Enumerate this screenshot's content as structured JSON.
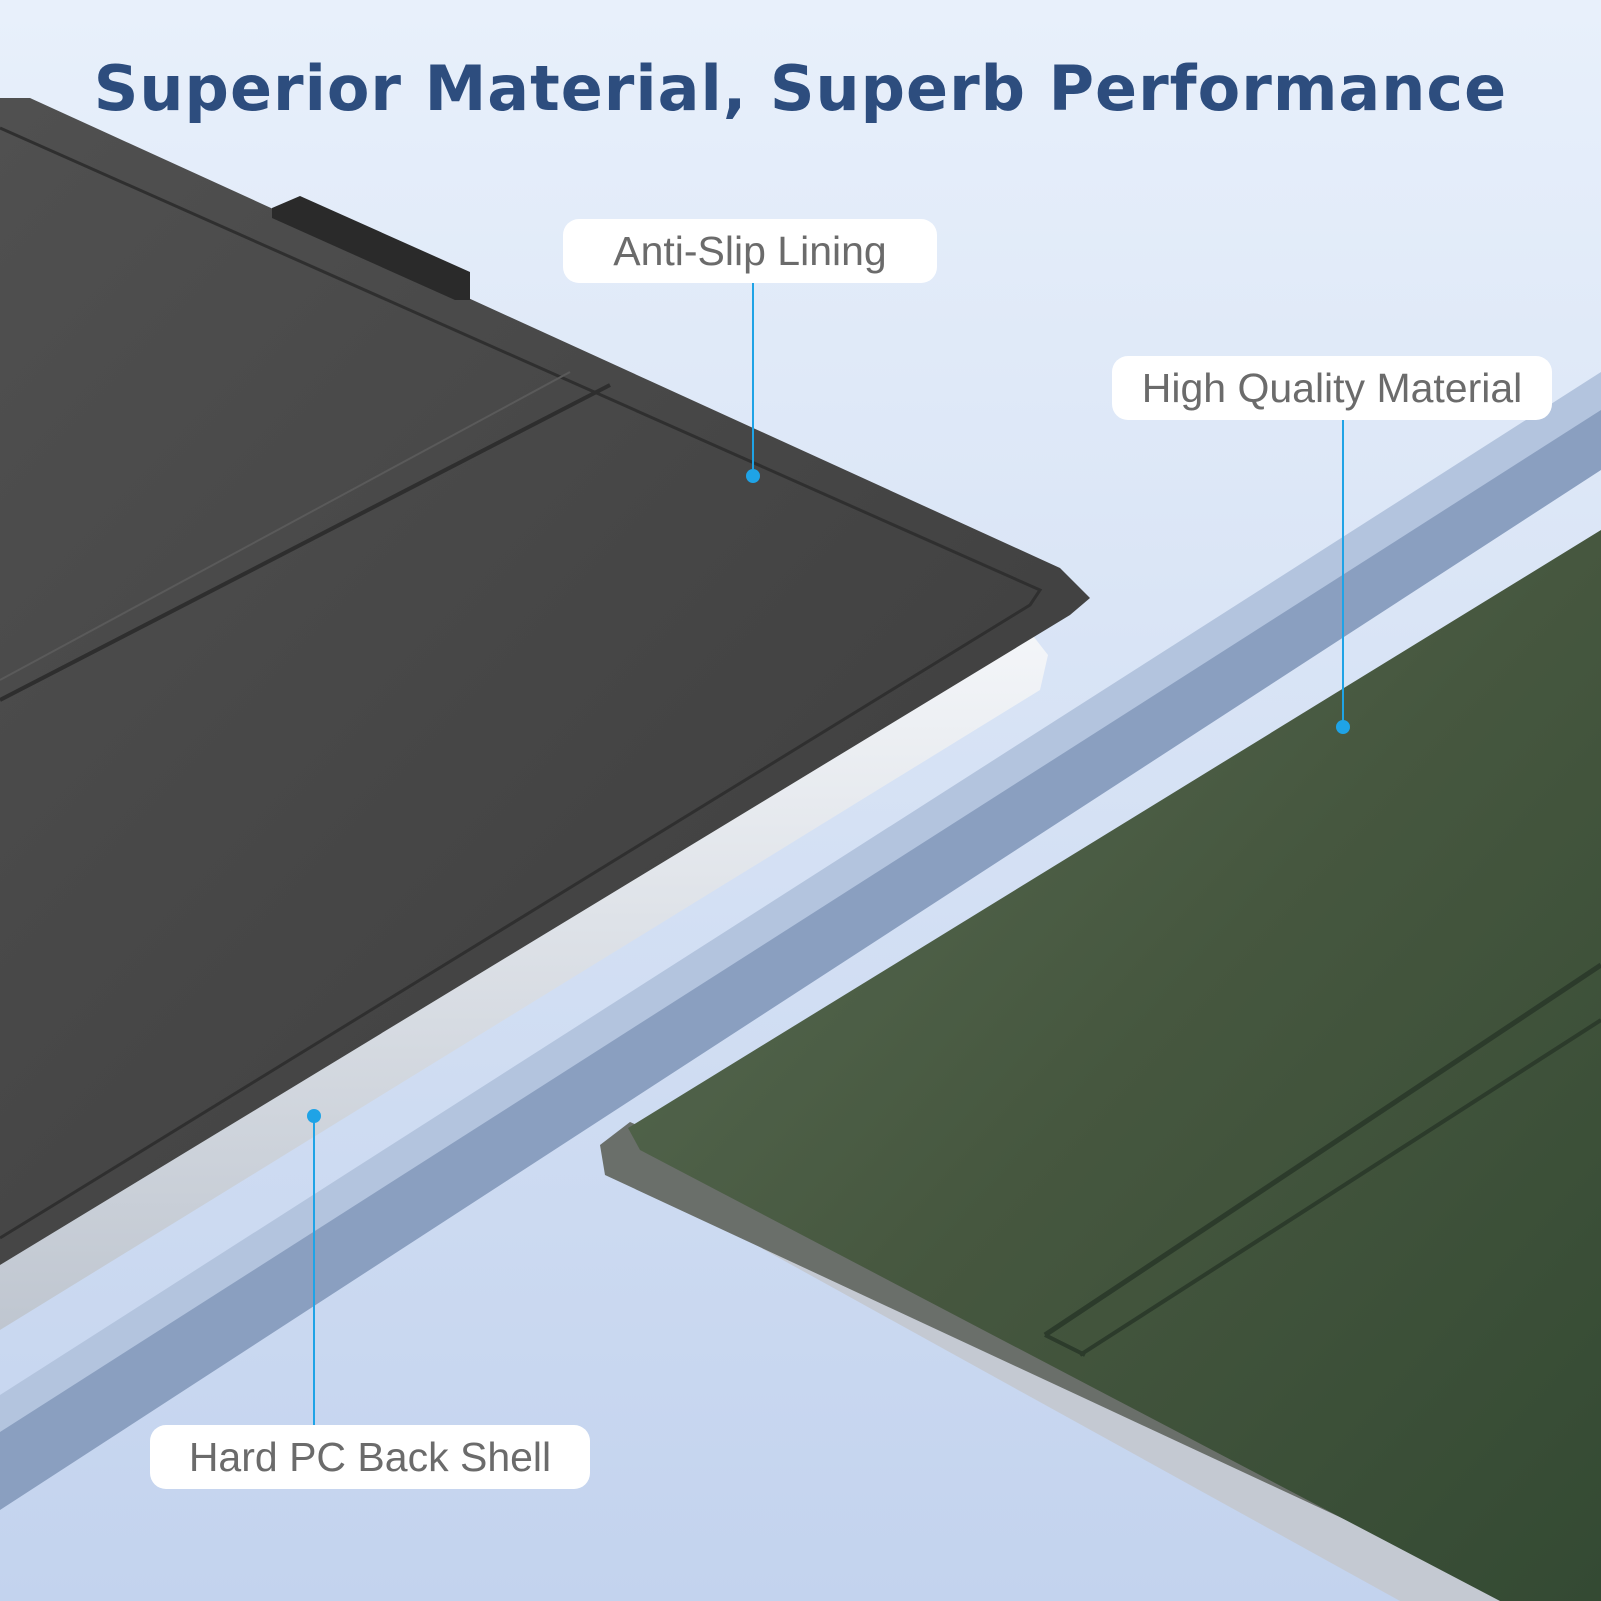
{
  "headline": "Superior Material, Superb Performance",
  "callouts": {
    "anti_slip": "Anti-Slip Lining",
    "high_quality": "High Quality Material",
    "hard_shell": "Hard PC Back Shell"
  },
  "colors": {
    "background_top": "#e8f0fb",
    "background_bottom": "#c3d3ee",
    "headline": "#2d4d7e",
    "callout_text": "#6b6b6b",
    "leader_line": "#1fa3e6",
    "dark_case": "#4a4a4a",
    "green_case": "#3d5a3d",
    "tray": "#8a9fc0"
  }
}
